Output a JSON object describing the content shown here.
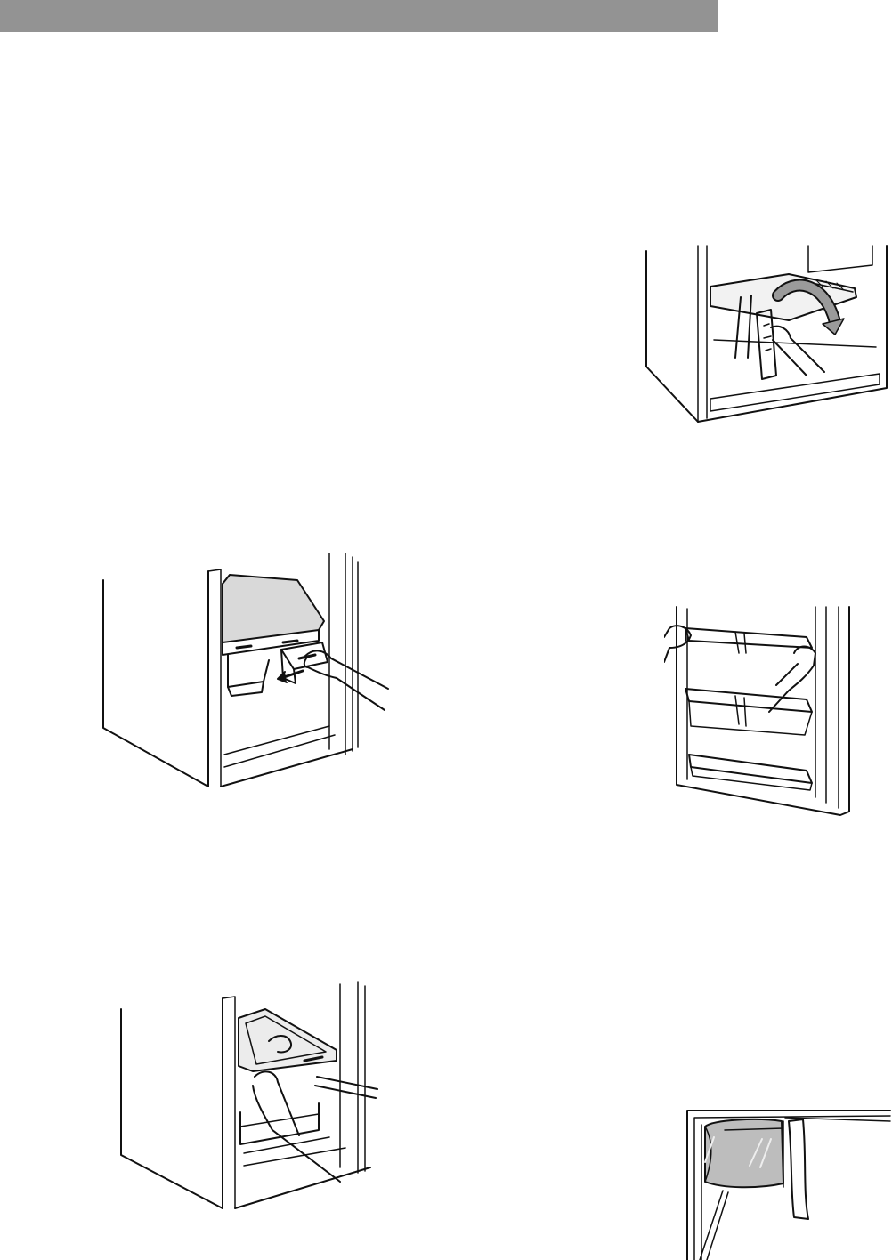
{
  "page": {
    "header_bar_color": "#939393",
    "line_color": "#111111",
    "glass_color": "#d9d9d9",
    "tint_color": "#bdbdbd",
    "arrow_color": "#9a9a9a"
  },
  "figures": {
    "crisper_removal": {
      "icon": "crisper-drawer-removal-illustration"
    },
    "cover_removal": {
      "icon": "crisper-cover-removal-illustration"
    },
    "freezer_shelf": {
      "icon": "freezer-shelf-tilt-illustration"
    },
    "door_bins": {
      "icon": "door-bin-removal-illustration"
    },
    "dairy_bin": {
      "icon": "dairy-compartment-illustration"
    }
  }
}
